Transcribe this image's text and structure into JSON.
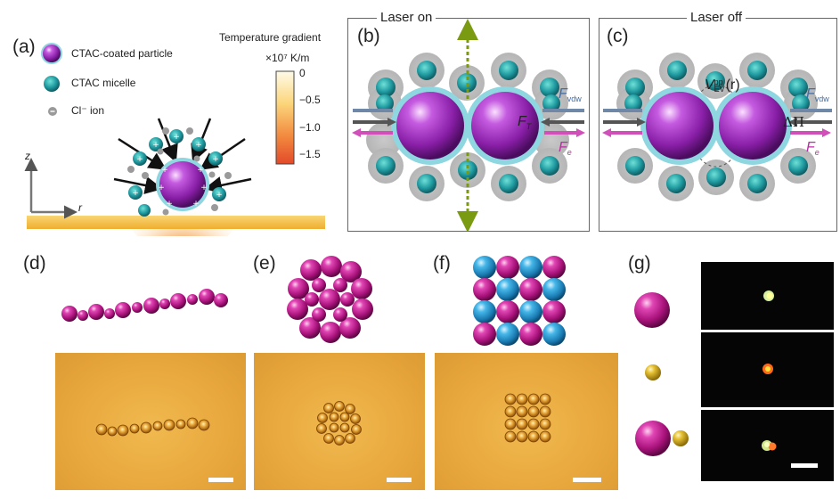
{
  "panel_labels": {
    "a": "(a)",
    "b": "(b)",
    "c": "(c)",
    "d": "(d)",
    "e": "(e)",
    "f": "(f)",
    "g": "(g)"
  },
  "panel_a": {
    "legend": {
      "particle": "CTAC-coated particle",
      "micelle": "CTAC micelle",
      "ion": "Cl⁻ ion"
    },
    "colorbar": {
      "title": "Temperature gradient",
      "unit": "×10⁷ K/m",
      "ticks": [
        "0",
        "−0.5",
        "−1.0",
        "−1.5"
      ]
    },
    "axes": {
      "z": "z",
      "r": "r"
    }
  },
  "panel_b": {
    "title": "Laser on",
    "f_vdw": "F",
    "f_vdw_sub": "vdw",
    "f_t": "F",
    "f_t_sub": "T",
    "f_e": "F",
    "f_e_sub": "e"
  },
  "panel_c": {
    "title": "Laser off",
    "v_main": "V",
    "v_sup": "pp",
    "v_sub": "EV",
    "v_arg": "(r)",
    "f_vdw": "F",
    "f_vdw_sub": "vdw",
    "delta_pi": "ΔΠ",
    "f_e": "F",
    "f_e_sub": "e"
  },
  "colors": {
    "magenta": "#c0178a",
    "cyan": "#2aa5d8",
    "gold": "#d9a21e",
    "photo_bg": "#e8a73c",
    "micelle": "#1f9aa0"
  }
}
